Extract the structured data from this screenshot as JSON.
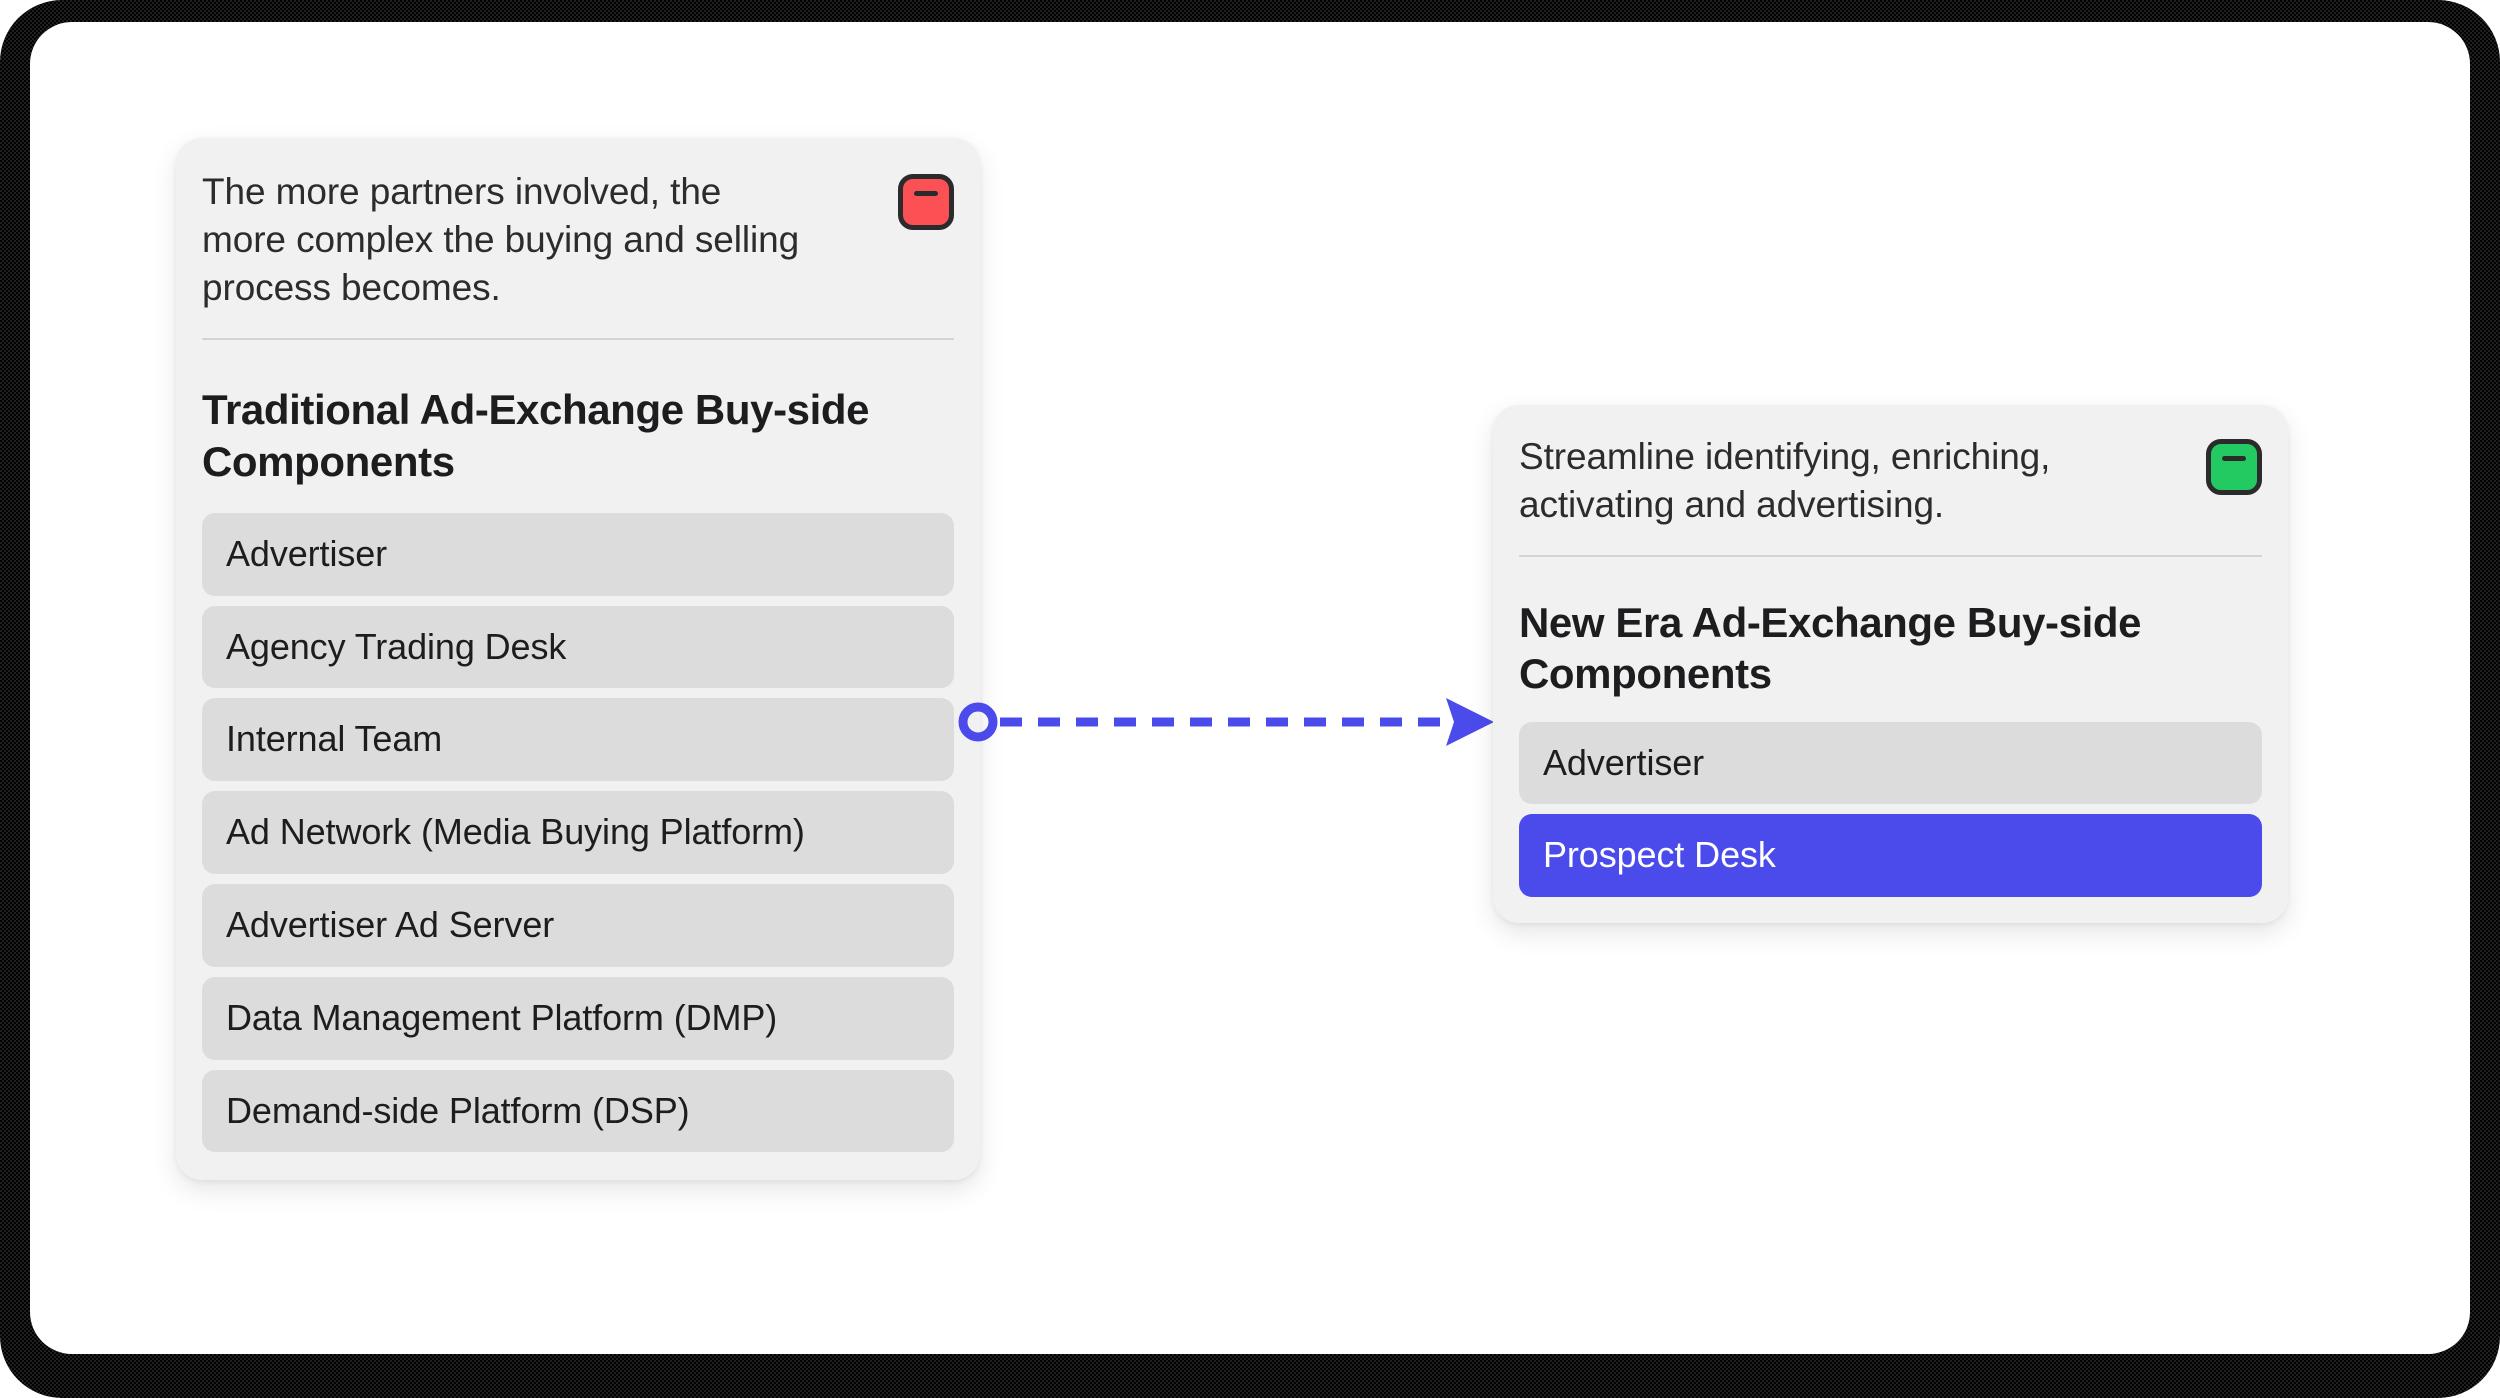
{
  "theme": {
    "canvas_bg": "#ffffff",
    "frame_color": "#000000",
    "card_bg": "#f1f1f1",
    "pill_bg": "#dcdcdc",
    "highlight_bg": "#4b4bec",
    "highlight_text": "#ffffff",
    "text_color": "#1d1d1f",
    "divider_color": "#d3d3d3",
    "badge_red": "#fb5054",
    "badge_green": "#23ca62",
    "connector_color": "#4b4bec"
  },
  "cards": {
    "traditional": {
      "caption": "The more partners involved, the more complex the buying and selling process becomes.",
      "badge": {
        "icon": "minus-square-icon",
        "color": "#fb5054",
        "state": "negative"
      },
      "title": "Traditional Ad-Exchange Buy-side Components",
      "items": [
        "Advertiser",
        "Agency Trading Desk",
        "Internal Team",
        "Ad Network (Media Buying Platform)",
        "Advertiser Ad Server",
        "Data Management Platform (DMP)",
        "Demand-side Platform (DSP)"
      ]
    },
    "new_era": {
      "caption": "Streamline identifying, enriching, activating and advertising.",
      "badge": {
        "icon": "minus-square-icon",
        "color": "#23ca62",
        "state": "positive"
      },
      "title": "New Era Ad-Exchange Buy-side Components",
      "items": [
        {
          "label": "Advertiser",
          "highlighted": false
        },
        {
          "label": "Prospect Desk",
          "highlighted": true
        }
      ]
    }
  },
  "connector": {
    "style": "dashed",
    "start_marker": "circle-outline",
    "end_marker": "arrowhead",
    "color": "#4b4bec"
  }
}
